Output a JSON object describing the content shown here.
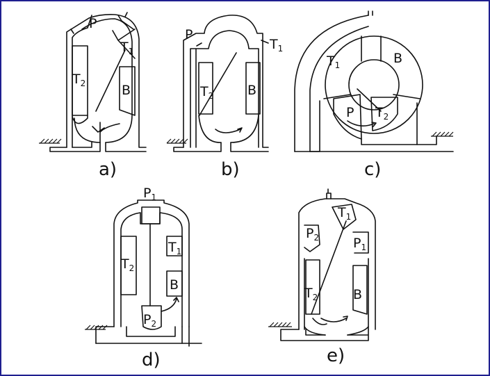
{
  "colors": {
    "border": "#1f1f8f",
    "line": "#111111",
    "background": "#ffffff"
  },
  "captions": {
    "a": "a)",
    "b": "b)",
    "c": "c)",
    "d": "d)",
    "e": "e)"
  },
  "labels": {
    "a": {
      "p": "P",
      "t1": "T",
      "t1_sub": "1",
      "t2": "T",
      "t2_sub": "2",
      "b": "B"
    },
    "b": {
      "p": "P",
      "t1": "T",
      "t1_sub": "1",
      "t2": "T",
      "t2_sub": "2",
      "b": "B"
    },
    "c": {
      "t1": "T",
      "t1_sub": "1",
      "b": "B",
      "p": "P",
      "t2": "T",
      "t2_sub": "2"
    },
    "d": {
      "p1": "P",
      "p1_sub": "1",
      "t1": "T",
      "t1_sub": "1",
      "t2": "T",
      "t2_sub": "2",
      "b": "B",
      "p2": "P",
      "p2_sub": "2"
    },
    "e": {
      "t1": "T",
      "t1_sub": "1",
      "p2": "P",
      "p2_sub": "2",
      "p1": "P",
      "p1_sub": "1",
      "t2": "T",
      "t2_sub": "2",
      "b": "B"
    }
  }
}
